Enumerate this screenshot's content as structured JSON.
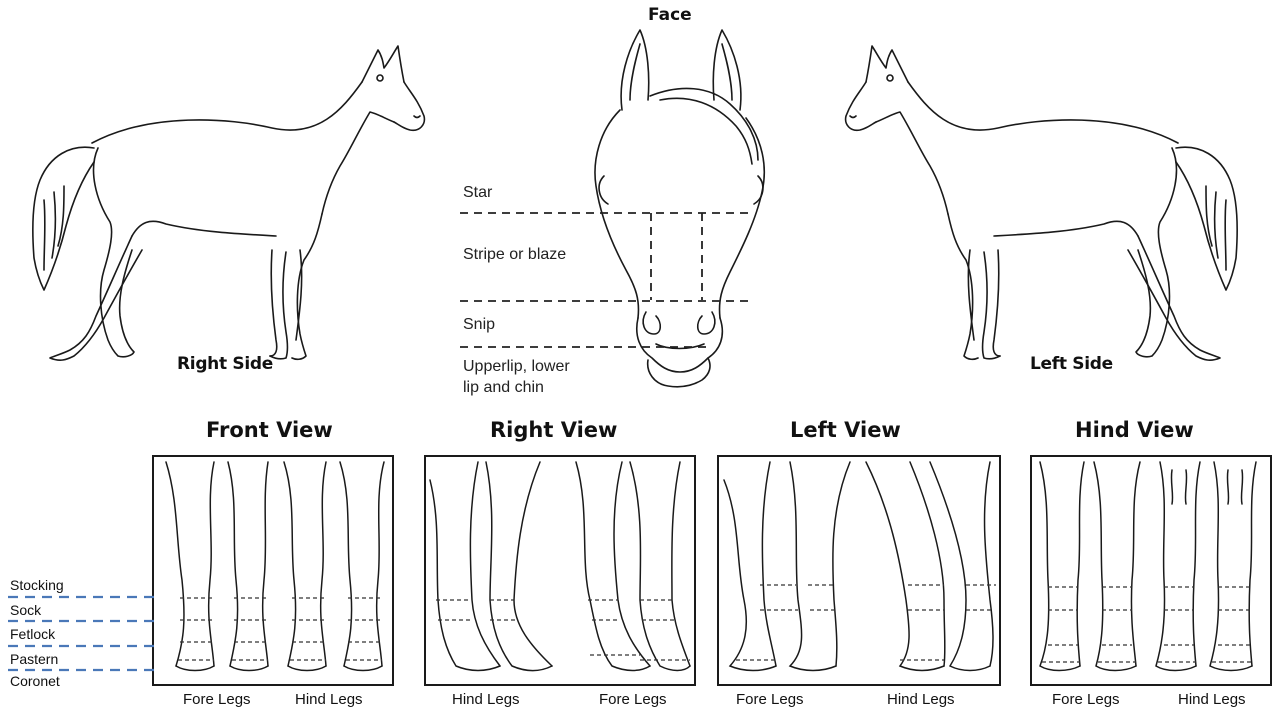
{
  "face": {
    "title": "Face",
    "markings": [
      "Star",
      "Stripe or blaze",
      "Snip",
      "Upperlip, lower\nlip and chin"
    ]
  },
  "sides": {
    "right": "Right Side",
    "left": "Left Side"
  },
  "views": [
    {
      "title": "Front View",
      "left_legs": "Fore Legs",
      "right_legs": "Hind Legs"
    },
    {
      "title": "Right View",
      "left_legs": "Hind Legs",
      "right_legs": "Fore Legs"
    },
    {
      "title": "Left View",
      "left_legs": "Fore Legs",
      "right_legs": "Hind Legs"
    },
    {
      "title": "Hind View",
      "left_legs": "Fore Legs",
      "right_legs": "Hind Legs"
    }
  ],
  "leg_parts": [
    "Stocking",
    "Sock",
    "Fetlock",
    "Pastern",
    "Coronet"
  ],
  "colors": {
    "line": "#1a1a1a",
    "guide": "#4a78b8",
    "dash": "#222222"
  }
}
